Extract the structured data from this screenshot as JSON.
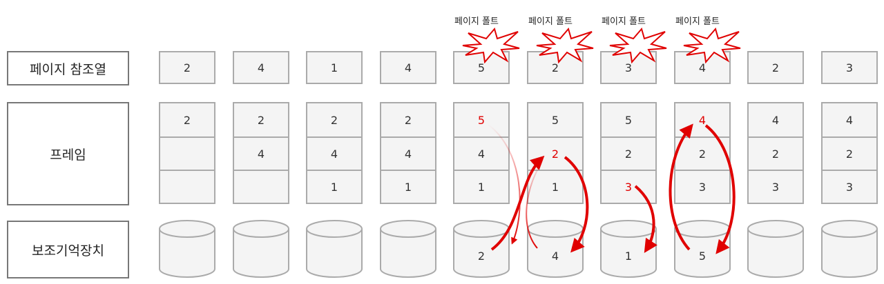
{
  "labels": {
    "reference_string": "페이지 참조열",
    "frames": "프레임",
    "secondary_storage": "보조기억장치"
  },
  "page_fault_label": "페이지 폴트",
  "columns": [
    {
      "ref": "2",
      "frames": [
        "2",
        "",
        ""
      ],
      "disk": "",
      "fault": false
    },
    {
      "ref": "4",
      "frames": [
        "2",
        "4",
        ""
      ],
      "disk": "",
      "fault": false
    },
    {
      "ref": "1",
      "frames": [
        "2",
        "4",
        "1"
      ],
      "disk": "",
      "fault": false
    },
    {
      "ref": "4",
      "frames": [
        "2",
        "4",
        "1"
      ],
      "disk": "",
      "fault": false
    },
    {
      "ref": "5",
      "frames": [
        "5",
        "4",
        "1"
      ],
      "disk": "2",
      "fault": true,
      "highlight_frame": 0
    },
    {
      "ref": "2",
      "frames": [
        "5",
        "2",
        "1"
      ],
      "disk": "4",
      "fault": true,
      "highlight_frame": 1
    },
    {
      "ref": "3",
      "frames": [
        "5",
        "2",
        "3"
      ],
      "disk": "1",
      "fault": true,
      "highlight_frame": 2
    },
    {
      "ref": "4",
      "frames": [
        "4",
        "2",
        "3"
      ],
      "disk": "5",
      "fault": true,
      "highlight_frame": 0
    },
    {
      "ref": "2",
      "frames": [
        "4",
        "2",
        "3"
      ],
      "disk": "",
      "fault": false
    },
    {
      "ref": "3",
      "frames": [
        "4",
        "2",
        "3"
      ],
      "disk": "",
      "fault": false
    }
  ],
  "colors": {
    "highlight": "#e00000",
    "burst_stroke": "#e00000",
    "box_border": "#aaaaaa",
    "box_fill": "#f4f4f4"
  }
}
